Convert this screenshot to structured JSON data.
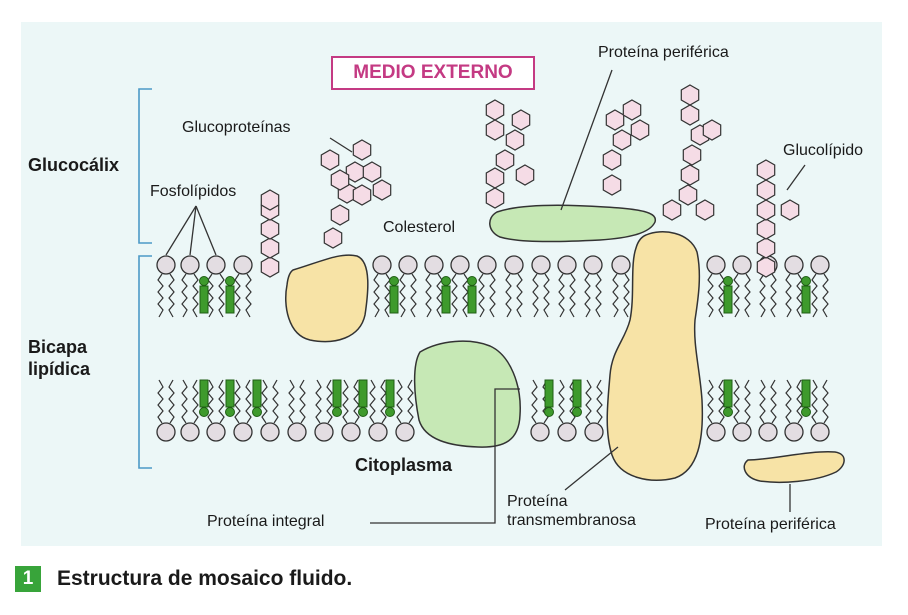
{
  "labels": {
    "medio_externo": "MEDIO EXTERNO",
    "proteina_periferica_top": "Proteína periférica",
    "glucoproteinas": "Glucoproteínas",
    "glucolipido": "Glucolípido",
    "glucocalix": "Glucocálix",
    "fosfolipidos": "Fosfolípidos",
    "colesterol": "Colesterol",
    "bicapa_lipidica": "Bicapa\nlipídica",
    "citoplasma": "Citoplasma",
    "proteina_integral": "Proteína integral",
    "proteina_transmembranosa": "Proteína\ntransmembranosa",
    "proteina_periferica_bottom": "Proteína periférica"
  },
  "caption": {
    "number": "1",
    "title": "Estructura de mosaico fluido."
  },
  "colors": {
    "background": "#ecf7f7",
    "protein_tan": "#f7e3a6",
    "protein_green": "#c6e8b5",
    "cholesterol": "#3e9a2c",
    "sugar": "#f5dce6",
    "head": "#e3dde2",
    "brace": "#4c9ac7",
    "accent": "#c43a83",
    "caption_badge": "#38a43a"
  }
}
